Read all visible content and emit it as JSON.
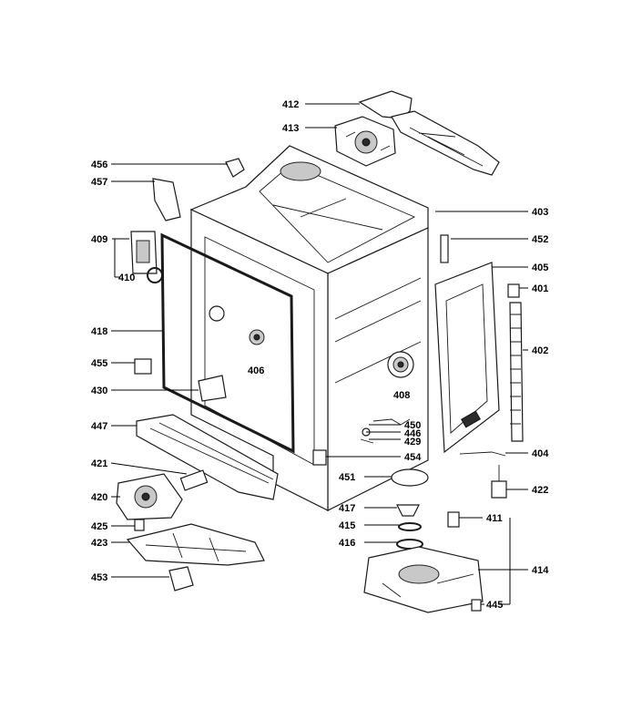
{
  "callouts": {
    "p401": "401",
    "p402": "402",
    "p403": "403",
    "p404": "404",
    "p405": "405",
    "p406": "406",
    "p408": "408",
    "p409": "409",
    "p410": "410",
    "p411": "411",
    "p412": "412",
    "p413": "413",
    "p414": "414",
    "p415": "415",
    "p416": "416",
    "p417": "417",
    "p418": "418",
    "p420": "420",
    "p421": "421",
    "p422": "422",
    "p423": "423",
    "p425": "425",
    "p429": "429",
    "p430": "430",
    "p445": "445",
    "p446": "446",
    "p447": "447",
    "p450": "450",
    "p451": "451",
    "p452": "452",
    "p453": "453",
    "p454": "454",
    "p455": "455",
    "p456": "456",
    "p457": "457"
  },
  "colors": {
    "line": "#1a1a1a",
    "background": "#ffffff",
    "label": "#000000"
  }
}
